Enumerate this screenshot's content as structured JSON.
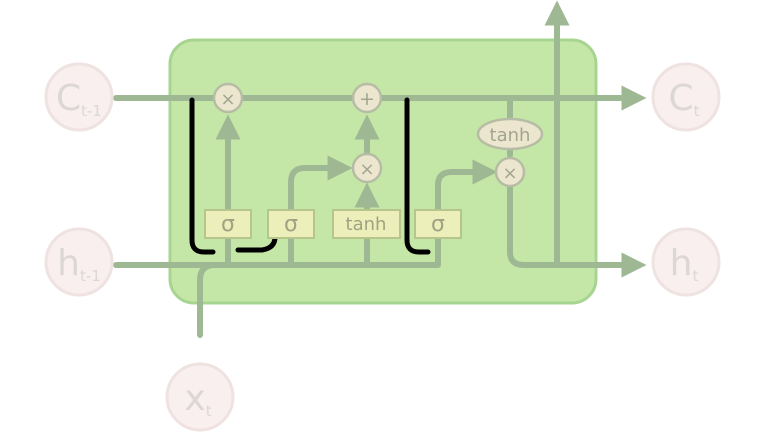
{
  "colors": {
    "cell_fill": "#c4e7a7",
    "cell_stroke": "#a7d590",
    "line": "#9fb894",
    "pointwise_fill": "#ece6cf",
    "pointwise_stroke": "#b7bca5",
    "layer_fill": "#ecefba",
    "layer_stroke": "#b6c58a",
    "io_circle_fill": "#f8efee",
    "io_circle_stroke": "#efe3e1",
    "io_text": "#dcd6d6",
    "highlight": "#000000"
  },
  "inputs": {
    "c_prev": {
      "base": "C",
      "sub": "t-1"
    },
    "h_prev": {
      "base": "h",
      "sub": "t-1"
    },
    "x": {
      "base": "x",
      "sub": "t"
    }
  },
  "outputs": {
    "c": {
      "base": "C",
      "sub": "t"
    },
    "h": {
      "base": "h",
      "sub": "t"
    }
  },
  "ops": {
    "forget_mult": "×",
    "add": "+",
    "input_mult": "×",
    "output_mult": "×",
    "output_tanh": "tanh"
  },
  "layers": {
    "forget_gate": "σ",
    "input_gate": "σ",
    "candidate": "tanh",
    "output_gate": "σ"
  }
}
